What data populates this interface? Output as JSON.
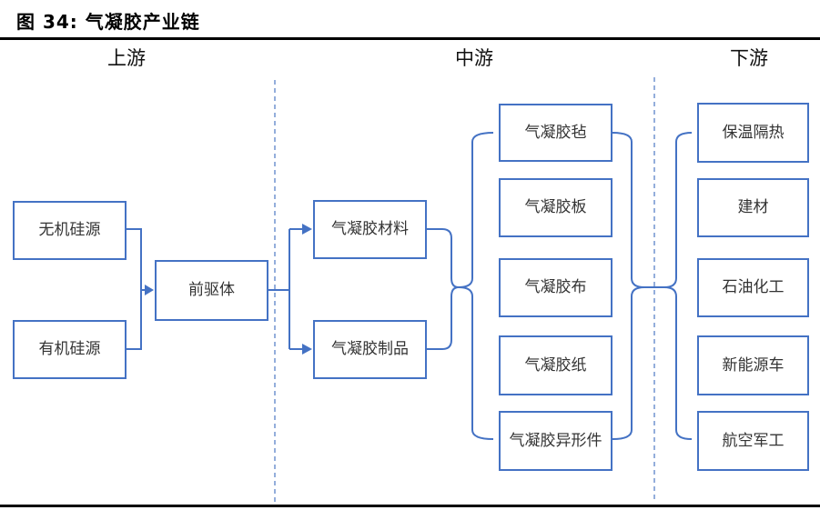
{
  "figure": {
    "title": "图 34: 气凝胶产业链"
  },
  "sections": {
    "upstream": "上游",
    "midstream": "中游",
    "downstream": "下游"
  },
  "nodes": {
    "inorganic": "无机硅源",
    "organic": "有机硅源",
    "precursor": "前驱体",
    "material": "气凝胶材料",
    "products": "气凝胶制品",
    "felt": "气凝胶毡",
    "board": "气凝胶板",
    "cloth": "气凝胶布",
    "paper": "气凝胶纸",
    "shaped": "气凝胶异形件",
    "insulation": "保温隔热",
    "building": "建材",
    "petrochemical": "石油化工",
    "nev": "新能源车",
    "aerospace": "航空军工"
  },
  "colors": {
    "line": "#4472C4",
    "divider": "#7a9ad2",
    "text": "#333333",
    "rule": "#000000"
  }
}
